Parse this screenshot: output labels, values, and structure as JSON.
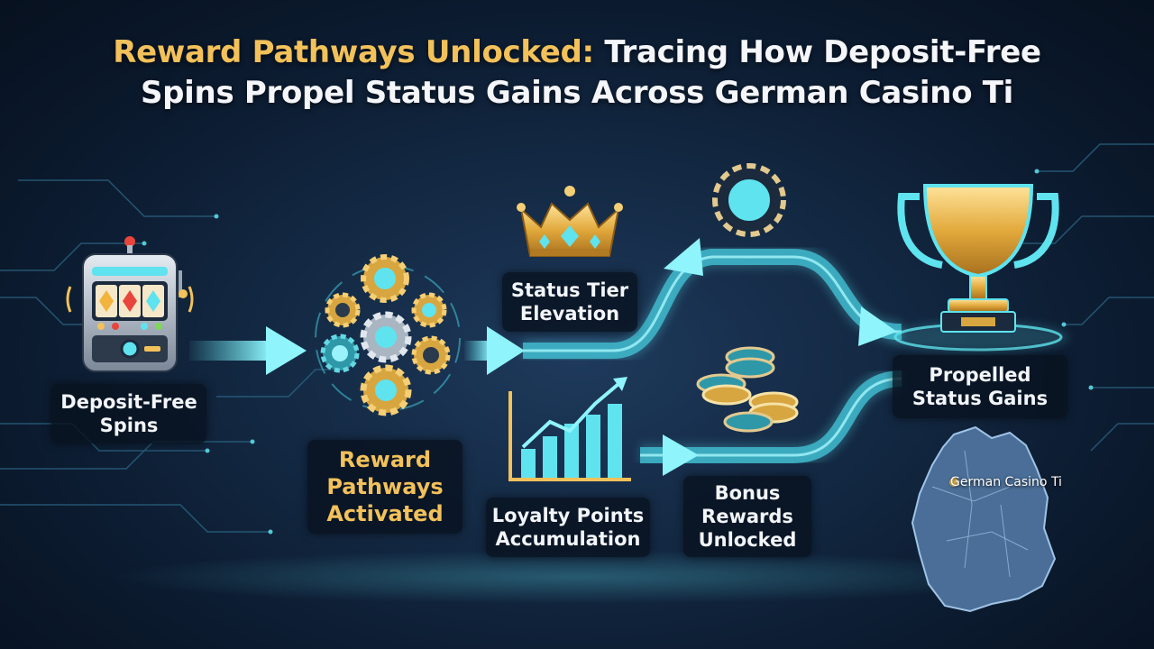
{
  "title": {
    "highlight": "Reward Pathways Unlocked:",
    "line1_rest": " Tracing How Deposit-Free",
    "line2": "Spins Propel Status Gains Across German Casino Ti"
  },
  "nodes": {
    "spins": {
      "line1": "Deposit-Free",
      "line2": "Spins",
      "icon": "slot-machine-icon"
    },
    "pathways": {
      "line1": "Reward",
      "line2": "Pathways",
      "line3": "Activated",
      "icon": "gears-icon"
    },
    "tier": {
      "line1": "Status Tier",
      "line2": "Elevation",
      "icon": "crown-icon"
    },
    "loyalty": {
      "line1": "Loyalty Points",
      "line2": "Accumulation",
      "icon": "bar-chart-icon"
    },
    "bonus": {
      "line1": "Bonus",
      "line2": "Rewards",
      "line3": "Unlocked",
      "icon": "chips-icon"
    },
    "gains": {
      "line1": "Propelled",
      "line2": "Status Gains",
      "icon": "trophy-icon"
    }
  },
  "map": {
    "label": "German Casino Ti",
    "icon": "germany-map-icon"
  },
  "colors": {
    "accent_cyan": "#5fe3ee",
    "gold": "#f2c15a",
    "background": "#0b1a2e"
  }
}
